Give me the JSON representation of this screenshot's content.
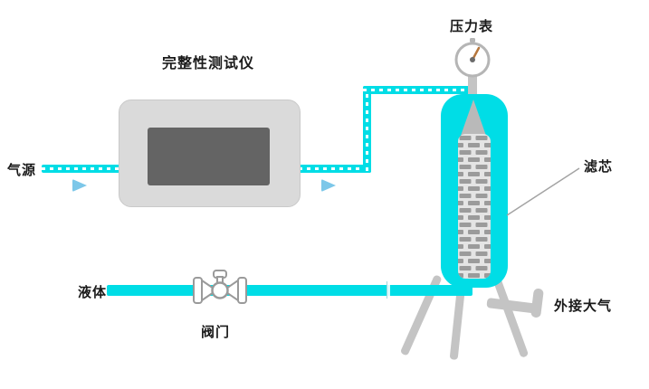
{
  "diagram": {
    "labels": {
      "gas_source": "气源",
      "integrity_tester": "完整性测试仪",
      "pressure_gauge": "压力表",
      "filter_cartridge": "滤芯",
      "liquid": "液体",
      "valve": "阀门",
      "atmosphere_vent": "外接大气"
    },
    "colors": {
      "pipe_cyan": "#00dde6",
      "device_gray": "#dadada",
      "screen_gray": "#646464",
      "arrow_blue": "#7cc7e9",
      "metal_gray": "#c4c4c4",
      "brick_gray": "#9b9b9b",
      "needle_brown": "#b5763d"
    }
  }
}
